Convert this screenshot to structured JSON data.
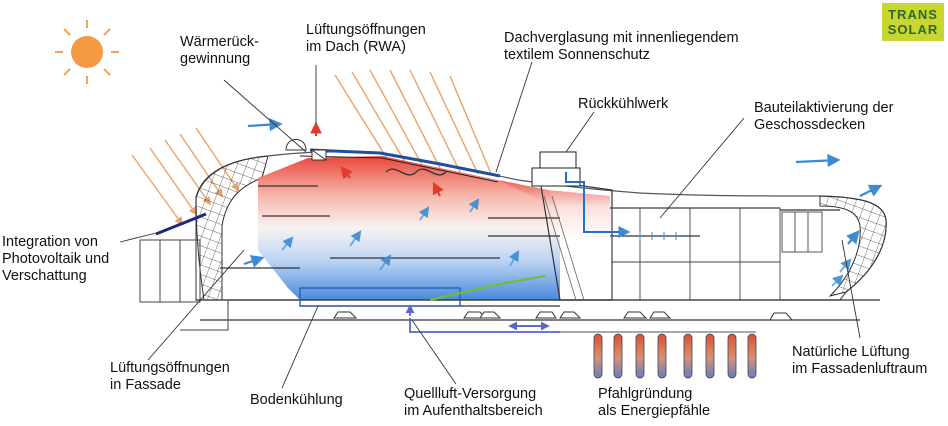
{
  "logo": {
    "line1": "TRANS",
    "line2": "SOLAR"
  },
  "labels": {
    "heat_recovery": "Wärmerück-\ngewinnung",
    "roof_vents": "Lüftungsöffnungen\nim Dach (RWA)",
    "roof_glazing": "Dachverglasung mit innenliegendem\ntextilem Sonnenschutz",
    "cooling_tower": "Rückkühlwerk",
    "slab_activation": "Bauteilaktivierung der\nGeschossdecken",
    "pv_integration": "Integration von\nPhotovoltaik und\nVerschattung",
    "facade_vents": "Lüftungsöffnungen\nin Fassade",
    "floor_cooling": "Bodenkühlung",
    "displacement_air": "Quellluft-Versorgung\nim Aufenthaltsbereich",
    "energy_piles": "Pfahlgründung\nals Energiepfähle",
    "natural_ventilation": "Natürliche Lüftung\nim Fassadenluftraum"
  },
  "colors": {
    "sun": "#f59a43",
    "sun_rays": "#e8a468",
    "air_arrow": "#3e8ad0",
    "warm": "#e43a2c",
    "cool": "#3b82d9",
    "pile_warm": "#d9542f",
    "pile_cool": "#5e7fc4",
    "supply_pipe": "#5a66c8",
    "logo_bg": "#c9d531",
    "logo_text": "#2d6a2a"
  }
}
